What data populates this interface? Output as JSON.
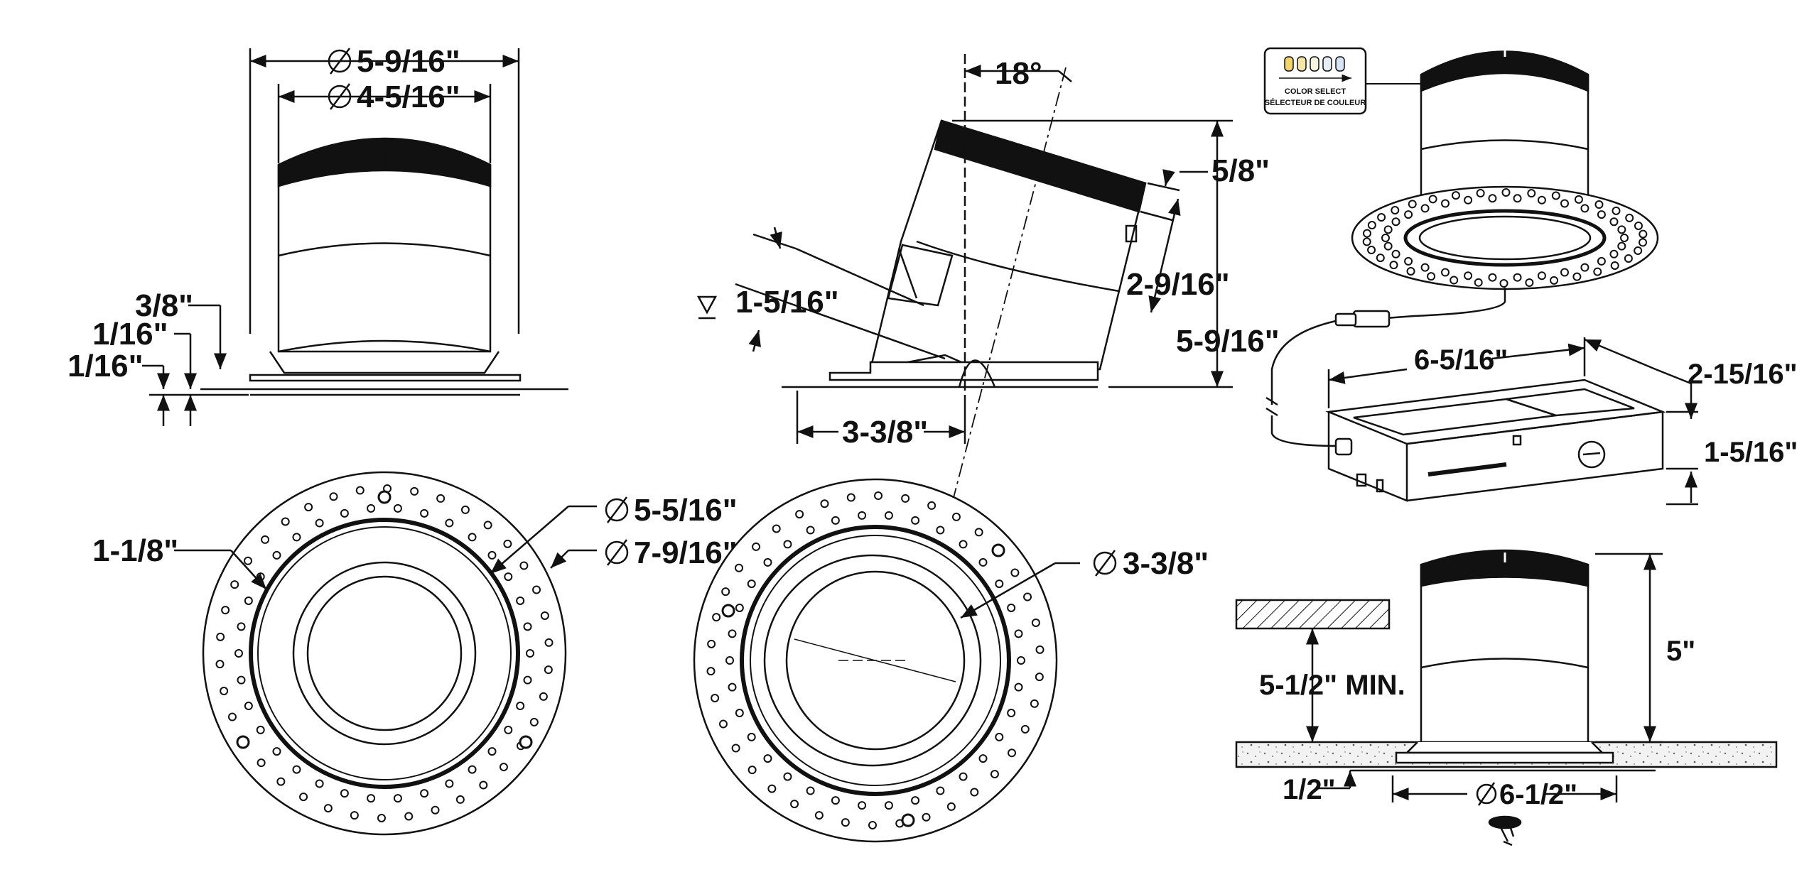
{
  "side_view": {
    "outer_diameter": "5-9/16\"",
    "inner_diameter": "4-5/16\"",
    "dim_3_8": "3/8\"",
    "dim_1_16_a": "1/16\"",
    "dim_1_16_b": "1/16\""
  },
  "tilt_view": {
    "angle": "18°",
    "dim_5_8": "5/8\"",
    "dim_2_9_16": "2-9/16\"",
    "dim_5_9_16": "5-9/16\"",
    "dim_1_5_16": "1-5/16\"",
    "dim_3_3_8": "3-3/8\""
  },
  "bottom_view": {
    "dim_1_1_8": "1-1/8\"",
    "dim_5_5_16": "5-5/16\"",
    "dim_7_9_16": "7-9/16\""
  },
  "bottom_tilt_view": {
    "dim_3_3_8": "3-3/8\""
  },
  "color_select": {
    "label_en": "COLOR SELECT",
    "label_fr": "SÉLECTEUR DE COULEUR",
    "swatches": [
      "#f3d36a",
      "#f5e6a8",
      "#f8f3dc",
      "#e8eef6",
      "#d6e4f5"
    ]
  },
  "driver_box": {
    "length": "6-5/16\"",
    "width": "2-15/16\"",
    "height": "1-5/16\""
  },
  "installed_view": {
    "height": "5\"",
    "clearance": "5-1/2\" MIN.",
    "ceiling": "1/2\"",
    "cutout": "6-1/2\""
  }
}
